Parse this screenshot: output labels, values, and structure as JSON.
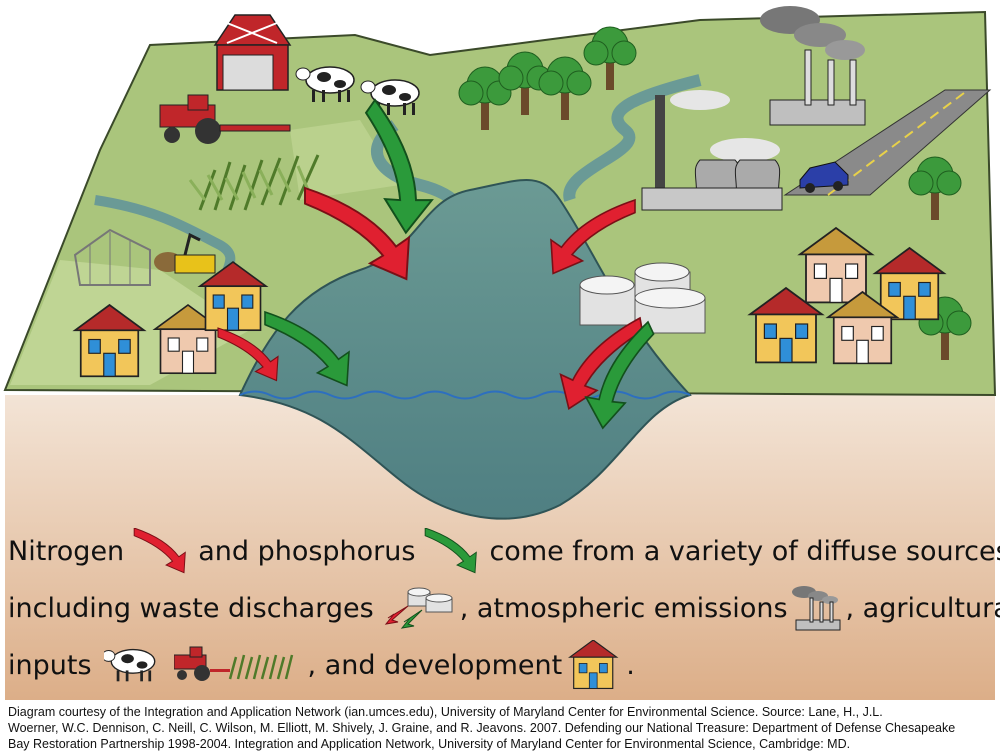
{
  "legend": {
    "line1": {
      "nitrogen": "Nitrogen",
      "and_phosphorus": "and phosphorus",
      "rest": "come from a variety of diffuse sources"
    },
    "line2": {
      "including": "including waste discharges",
      "atmospheric": ", atmospheric emissions",
      "agricultural": ", agricultural"
    },
    "line3": {
      "inputs": "inputs",
      "development": ", and development",
      "period": "."
    }
  },
  "credit": {
    "line1": "Diagram courtesy of the Integration and Application Network (ian.umces.edu), University of Maryland Center for Environmental Science. Source: Lane, H., J.L.",
    "line2": "Woerner, W.C. Dennison, C. Neill, C. Wilson, M. Elliott, M. Shively, J. Graine, and R. Jeavons. 2007. Defending our National Treasure: Department of Defense Chesapeake",
    "line3": "Bay Restoration Partnership 1998-2004. Integration and Application Network, University of Maryland Center for Environmental Science, Cambridge: MD."
  },
  "colors": {
    "nitrogen_arrow": "#e02030",
    "phosphorus_arrow": "#2a9a3a",
    "land": "#a9c47a",
    "water": "#5e8f8f",
    "soil": "#e8c9b0"
  },
  "icons": [
    "barn-icon",
    "cow-icon",
    "tractor-icon",
    "crop-icon",
    "tree-icon",
    "smokestack-icon",
    "power-plant-icon",
    "car-icon",
    "house-icon",
    "storage-tank-icon",
    "construction-icon"
  ]
}
